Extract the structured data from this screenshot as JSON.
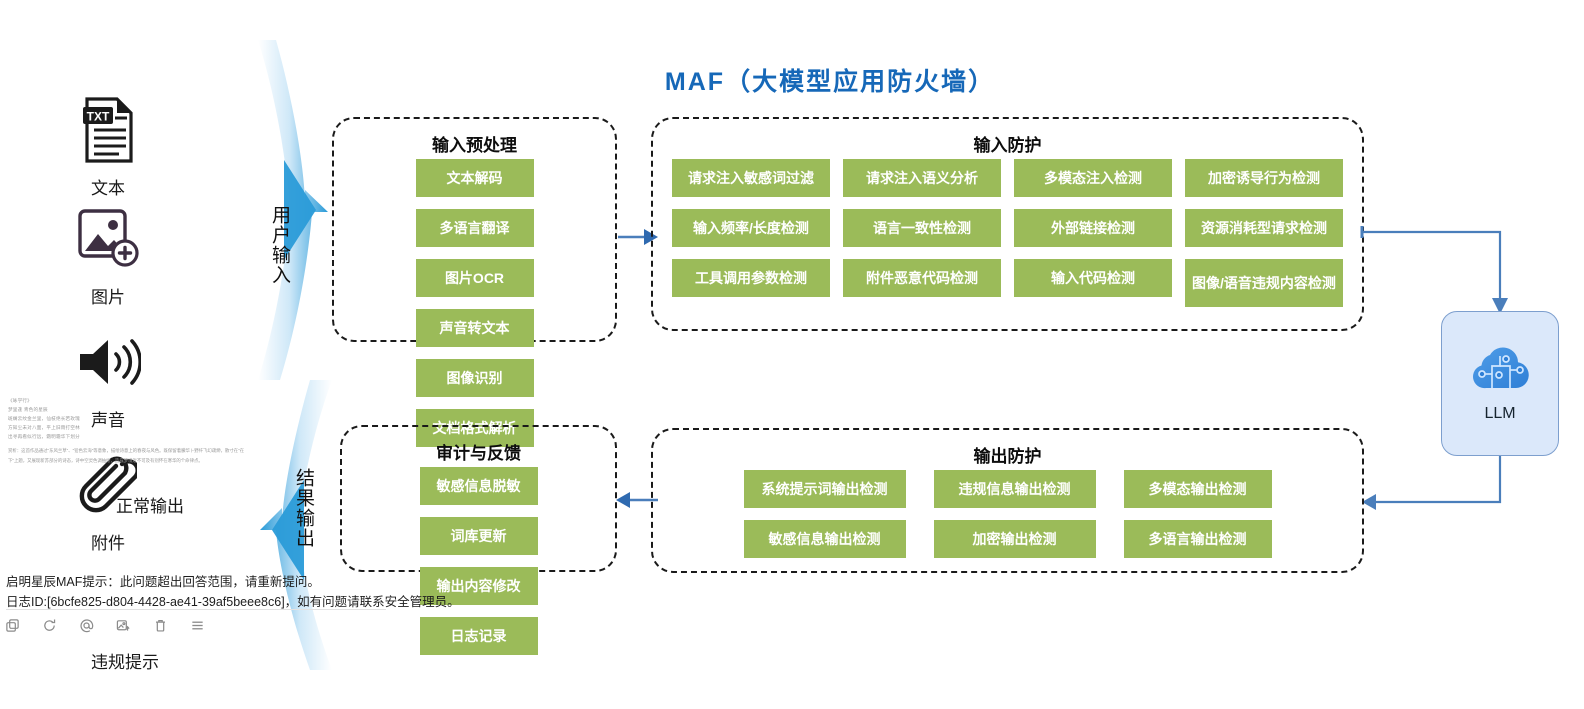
{
  "title": "MAF（大模型应用防火墙）",
  "inputs": {
    "items": [
      {
        "label": "文本",
        "icon": "txt-document-icon"
      },
      {
        "label": "图片",
        "icon": "image-add-icon"
      },
      {
        "label": "声音",
        "icon": "speaker-sound-icon"
      },
      {
        "label": "附件",
        "icon": "paperclip-attachment-icon"
      }
    ]
  },
  "flow_arrows": {
    "user_input": "用户输入",
    "result_output": "结果输出"
  },
  "groups": {
    "input_preprocess": {
      "title": "输入预处理",
      "chips": [
        "文本解码",
        "多语言翻译",
        "图片OCR",
        "声音转文本",
        "图像识别",
        "文档格式解析"
      ]
    },
    "input_protection": {
      "title": "输入防护",
      "chips": [
        "请求注入敏感词过滤",
        "请求注入语义分析",
        "多模态注入检测",
        "加密诱导行为检测",
        "输入频率/长度检测",
        "语言一致性检测",
        "外部链接检测",
        "资源消耗型请求检测",
        "工具调用参数检测",
        "附件恶意代码检测",
        "输入代码检测",
        "图像/语音违规内容检测"
      ]
    },
    "audit_feedback": {
      "title": "审计与反馈",
      "chips": [
        "敏感信息脱敏",
        "词库更新",
        "输出内容修改",
        "日志记录"
      ]
    },
    "output_protection": {
      "title": "输出防护",
      "chips": [
        "系统提示词输出检测",
        "违规信息输出检测",
        "多模态输出检测",
        "敏感信息输出检测",
        "加密输出检测",
        "多语言输出检测"
      ]
    }
  },
  "llm": {
    "label": "LLM",
    "icon": "cloud-ai-icon"
  },
  "normal_output": {
    "label": "正常输出",
    "poem_title": "《咏学行》",
    "poem_lines": [
      "梦里逢 青色的星辰",
      "斑斓云纹金兰里，仙枝绝长若玫瑰",
      "方知尘未对八面，平上旧雨打空林",
      "出寻再看似行远，霜明霜华下划分"
    ],
    "poem_note": "赏析：这首作品通过\"东风兰草\"、\"铅色云海\"等意象，描绘诗意上的春夜与风色。既保留着朦华卜野纤飞幻疏缈，散寸在\"在下\"上题，又展现新苏部分的诗态，诗中空灵色调抽绘，造成梦境近不可及有别怀在寒华的个命律点。"
  },
  "violation": {
    "label": "违规提示",
    "line1": "启明星辰MAF提示：此问题超出回答范围，请重新提问。",
    "line2": "日志ID:[6bcfe825-d804-4428-ae41-39af5beee8c6]，如有问题请联系安全管理员。",
    "tools": [
      "copy-icon",
      "refresh-icon",
      "at-mention-icon",
      "image-export-icon",
      "delete-icon",
      "menu-icon"
    ]
  },
  "colors": {
    "accent_blue": "#1668b8",
    "chip_green": "#9BBB59",
    "connector_blue": "#4a7ebb",
    "llm_fill": "#dbe8fa"
  }
}
